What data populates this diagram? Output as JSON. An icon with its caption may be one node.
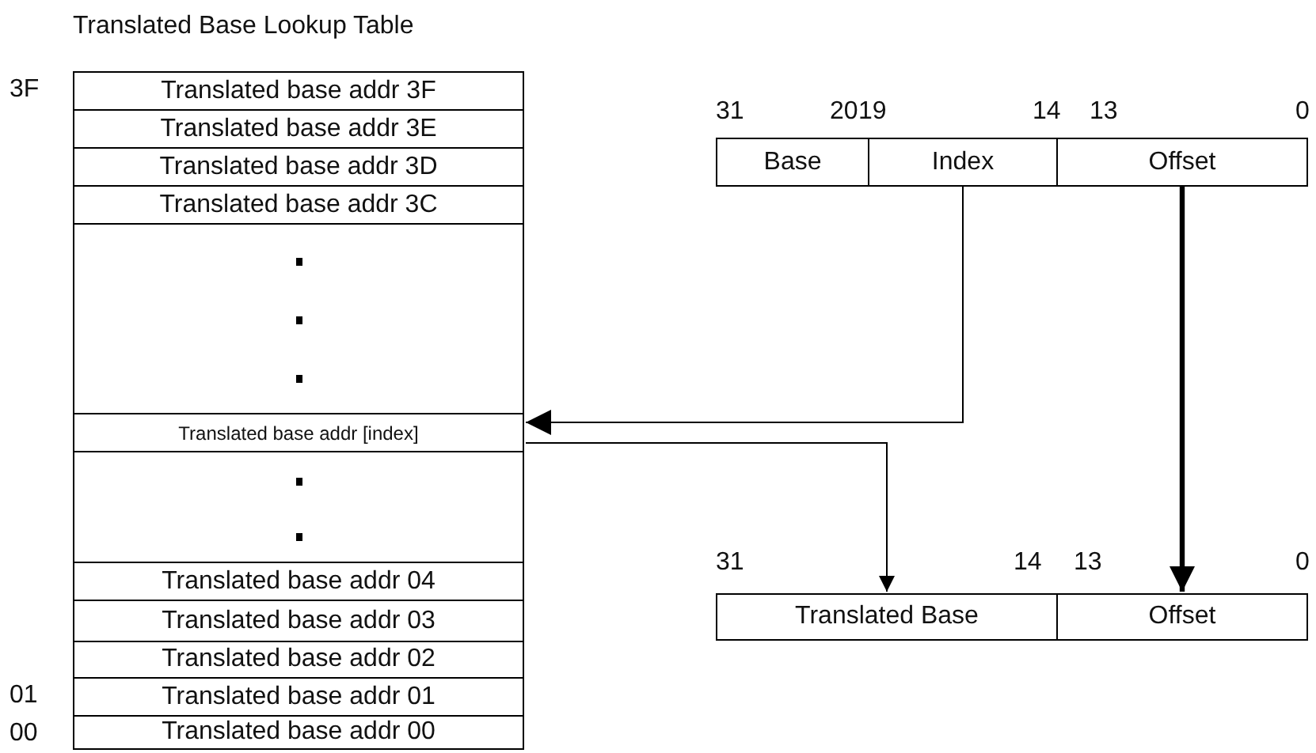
{
  "diagram": {
    "title": "Translated Base Lookup Table",
    "nodes": [
      {
        "text": [
          "Translated base addr 3F"
        ],
        "beside": [
          "3F"
        ]
      },
      {
        "text": [
          "Translated base addr 3E"
        ]
      },
      {
        "text": [
          "Translated base addr 3D"
        ]
      },
      {
        "text": [
          "Translated base addr 3C"
        ]
      },
      {
        "text": [],
        "shape": "box"
      },
      {
        "text": [
          "Translated base addr [index]"
        ]
      },
      {
        "text": [],
        "shape": "box"
      },
      {
        "text": [
          "Translated base addr 04"
        ]
      },
      {
        "text": [
          "Translated base addr 03"
        ]
      },
      {
        "text": [
          "Translated base addr 02"
        ]
      },
      {
        "text": [
          "Translated base addr 01"
        ],
        "beside": [
          "01"
        ]
      },
      {
        "text": [
          "Translated base addr 00"
        ],
        "beside": [
          "00"
        ]
      },
      {
        "text": [
          "Base"
        ]
      },
      {
        "text": [
          "Index"
        ]
      },
      {
        "text": [
          "Offset"
        ]
      },
      {
        "text": [
          "Translated Base"
        ]
      },
      {
        "text": [
          "Offset"
        ]
      }
    ],
    "edges": [
      {
        "from": 13,
        "to": 5,
        "arrow": "to"
      },
      {
        "from": 5,
        "to": 15,
        "arrow": "to"
      },
      {
        "from": 14,
        "to": 16,
        "arrow": "to",
        "style": "thick"
      }
    ],
    "labels": [
      "31",
      "20",
      "19",
      "14",
      "13",
      "0",
      "31",
      "14",
      "13",
      "0"
    ]
  }
}
